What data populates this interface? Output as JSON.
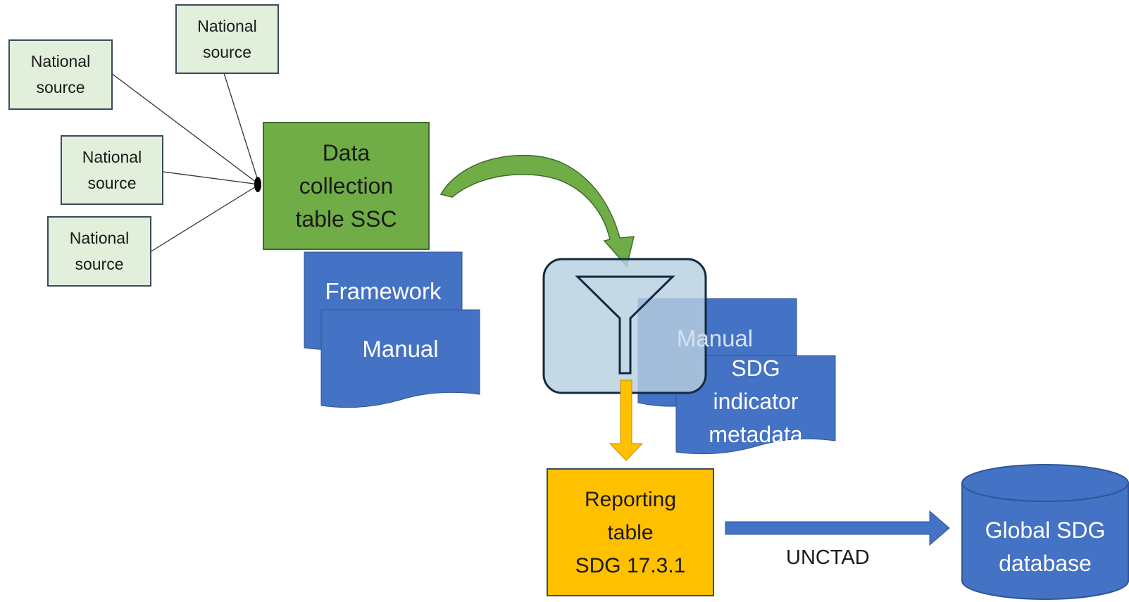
{
  "sources": [
    "National\nsource",
    "National\nsource",
    "National\nsource",
    "National\nsource"
  ],
  "data_collection": "Data\ncollection\ntable SSC",
  "framework": "Framework",
  "manual_1": "Manual",
  "manual_2": "Manual",
  "sdg_metadata": "SDG\nindicator\nmetadata",
  "reporting": "Reporting\ntable\nSDG 17.3.1",
  "edge_label": "UNCTAD",
  "global_db": "Global SDG\ndatabase",
  "colors": {
    "source_fill": "#e2efda",
    "green": "#70ad47",
    "blue": "#4472c4",
    "orange": "#ffc000",
    "filter_fill": "#b8cfe0"
  }
}
